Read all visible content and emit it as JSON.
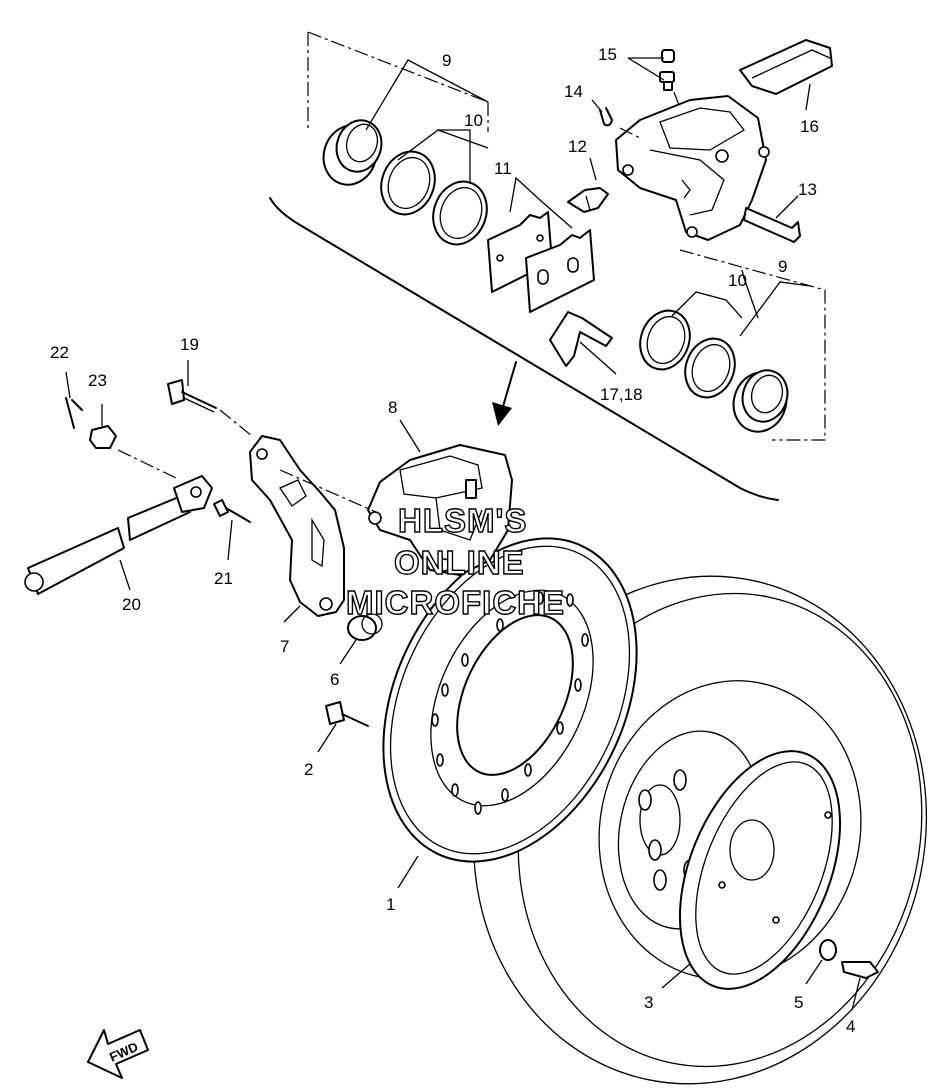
{
  "watermark": {
    "line1": "HLSM'S",
    "line2": "ONLINE",
    "line3": "MICROFICHE"
  },
  "direction_label": "FWD",
  "callouts": {
    "c1": "1",
    "c2": "2",
    "c3": "3",
    "c4": "4",
    "c5": "5",
    "c6": "6",
    "c7": "7",
    "c8": "8",
    "c9a": "9",
    "c9b": "9",
    "c10a": "10",
    "c10b": "10",
    "c11": "11",
    "c12": "12",
    "c13": "13",
    "c14": "14",
    "c15": "15",
    "c16": "16",
    "c17": "17,18",
    "c19": "19",
    "c20": "20",
    "c21": "21",
    "c22": "22",
    "c23": "23"
  }
}
